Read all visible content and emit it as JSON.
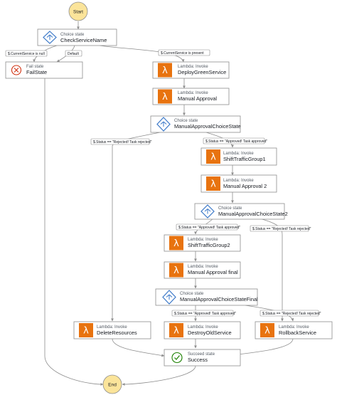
{
  "diagram": {
    "start": "Start",
    "end": "End",
    "nodes": {
      "check_service_name": {
        "type": "Choice state",
        "name": "CheckServiceName",
        "kind": "choice"
      },
      "fail_state": {
        "type": "Fail state",
        "name": "FailState",
        "kind": "fail"
      },
      "deploy_green_service": {
        "type": "Lambda: Invoke",
        "name": "DeployGreenService",
        "kind": "lambda"
      },
      "manual_approval": {
        "type": "Lambda: Invoke",
        "name": "Manual Approval",
        "kind": "lambda"
      },
      "manual_approval_choice_state": {
        "type": "Choice state",
        "name": "ManualApprovalChoiceState",
        "kind": "choice"
      },
      "shift_traffic_group1": {
        "type": "Lambda: Invoke",
        "name": "ShiftTrafficGroup1",
        "kind": "lambda"
      },
      "manual_approval_2": {
        "type": "Lambda: Invoke",
        "name": "Manual Approval 2",
        "kind": "lambda"
      },
      "manual_approval_choice_state2": {
        "type": "Choice state",
        "name": "ManualApprovalChoiceState2",
        "kind": "choice"
      },
      "shift_traffic_group2": {
        "type": "Lambda: Invoke",
        "name": "ShiftTrafficGroup2",
        "kind": "lambda"
      },
      "manual_approval_final": {
        "type": "Lambda: Invoke",
        "name": "Manual Approval final",
        "kind": "lambda"
      },
      "manual_approval_choice_state_final": {
        "type": "Choice state",
        "name": "ManualApprovalChoiceStateFinal",
        "kind": "choice"
      },
      "delete_resources": {
        "type": "Lambda: Invoke",
        "name": "DeleteResources",
        "kind": "lambda"
      },
      "destroy_old_service": {
        "type": "Lambda: Invoke",
        "name": "DestroyOldService",
        "kind": "lambda"
      },
      "rollback_service": {
        "type": "Lambda: Invoke",
        "name": "RollbackService",
        "kind": "lambda"
      },
      "success": {
        "type": "Succeed state",
        "name": "Success",
        "kind": "succeed"
      }
    },
    "edge_labels": {
      "current_service_null": "$.CurrentService is null",
      "default": "Default",
      "current_service_present": "$.CurrentService is present",
      "rejected_1": "$.Status == \"Rejected! Task rejected\"",
      "approved_1": "$.Status == \"Approved! Task approved\"",
      "approved_2": "$.Status == \"Approved! Task approved\"",
      "rejected_2": "$.Status == \"Rejected! Task rejected\"",
      "approved_3": "$.Status == \"Approved! Task approved\"",
      "rejected_3": "$.Status == \"Rejected! Task rejected\""
    },
    "colors": {
      "lambda": "#e8730f",
      "choice": "#3b78c8",
      "fail": "#d13212",
      "succeed": "#1d8102",
      "terminal": "#fbe49a",
      "border": "#8d8d8d"
    }
  }
}
